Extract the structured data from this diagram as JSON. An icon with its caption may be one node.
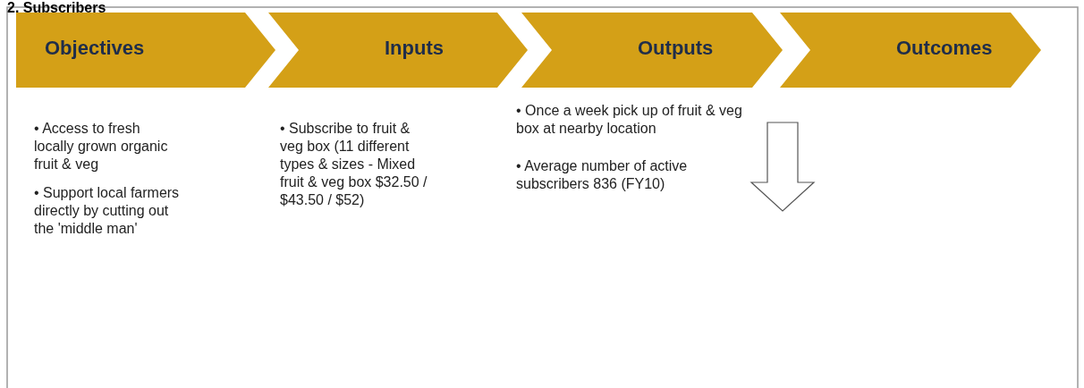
{
  "diagram": {
    "title": "2. Subscribers",
    "nodes": [
      {
        "text": [
          "Objectives"
        ],
        "beside": [
          "• Access to fresh locally grown organic fruit & veg",
          "• Support local farmers directly by cutting out the 'middle man'"
        ]
      },
      {
        "text": [
          "Inputs"
        ],
        "beside": [
          "• Subscribe to fruit & veg box (11 different types & sizes - Mixed fruit & veg box $32.50 / $43.50 / $52)"
        ]
      },
      {
        "text": [
          "Outputs"
        ],
        "beside": [
          "• Once a week pick up of fruit & veg box at nearby location",
          "• Average number of active subscribers 836 (FY10)"
        ]
      },
      {
        "text": [
          "Outcomes"
        ]
      }
    ],
    "edges": []
  }
}
